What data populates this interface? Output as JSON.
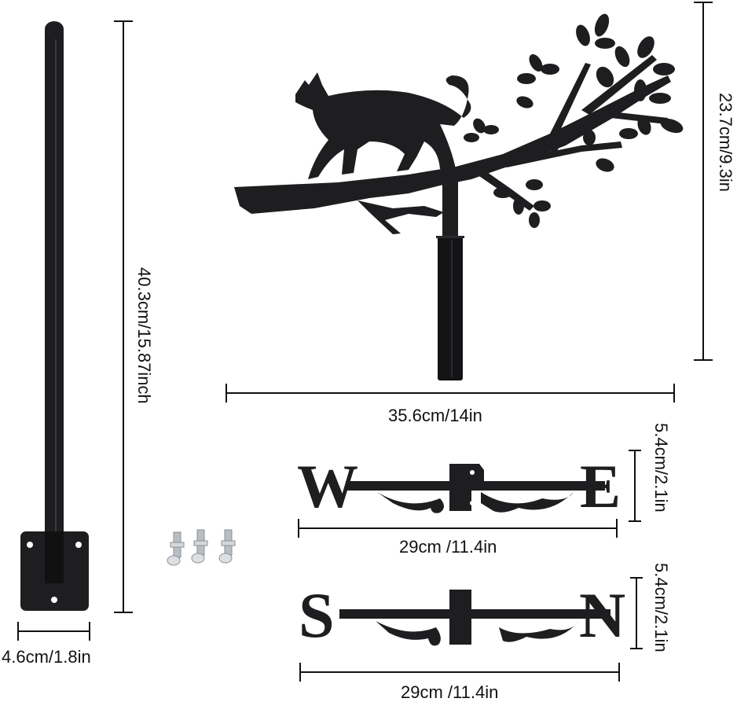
{
  "product": {
    "description": "Cat on tree branch weathervane with mounting stake, wall bracket, bolts and compass direction bars"
  },
  "colors": {
    "background": "#ffffff",
    "metal": "#1e1e20",
    "dimension_line": "#111111",
    "bolt": "#c8ccd0"
  },
  "parts": {
    "pole": {
      "label": "40.3cm/15.87inch",
      "name": "mounting pole"
    },
    "bracket": {
      "label": "4.6cm/1.8in",
      "name": "wall mount bracket"
    },
    "bolts": {
      "count": 3,
      "name": "mounting bolts"
    },
    "cat_ornament": {
      "name": "cat on branch silhouette",
      "width_label": "35.6cm/14in",
      "height_label": "23.7cm/9.3in"
    },
    "we_bar": {
      "letters": [
        "W",
        "E"
      ],
      "width_label": "29cm /11.4in",
      "height_label": "5.4cm/2.1in"
    },
    "sn_bar": {
      "letters": [
        "S",
        "N"
      ],
      "width_label": "29cm /11.4in",
      "height_label": "5.4cm/2.1in"
    }
  }
}
